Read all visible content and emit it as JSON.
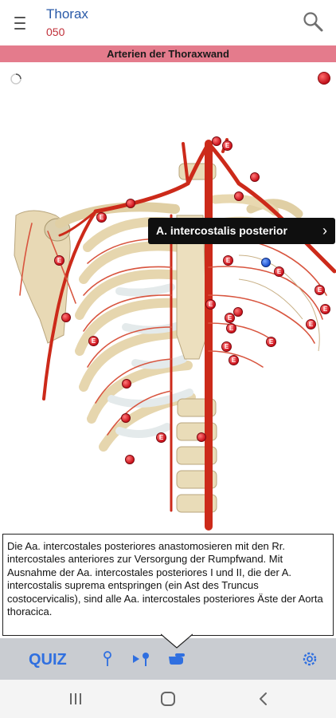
{
  "header": {
    "title": "Thorax",
    "subtitle": "050"
  },
  "banner": {
    "text": "Arterien der Thoraxwand"
  },
  "callout": {
    "label": "A. intercostalis posterior"
  },
  "description": {
    "text": "Die Aa. intercostales posteriores anastomosieren mit den Rr. intercostales anteriores zur Versorgung der Rumpfwand. Mit Ausnahme der Aa. intercostales posteriores I und II, die der A. intercostalis suprema entspringen (ein Ast des Truncus costocervicalis), sind alle Aa. intercostales posteriores Äste der Aorta thoracica."
  },
  "toolbar": {
    "quiz_label": "QUIZ"
  },
  "icons": {
    "menu": "hamburger-icon",
    "search": "search-icon",
    "spinner": "spinner-icon",
    "record": "record-icon",
    "pin": "pin-icon",
    "arrow_pin": "arrow-pin-icon",
    "hand_pointer": "hand-pointer-icon",
    "settings": "gear-icon",
    "recents": "recents-icon",
    "home": "home-icon",
    "back": "back-icon"
  },
  "colors": {
    "banner": "#e47b8c",
    "title": "#2a5aa8",
    "subtitle": "#c0303a",
    "accent": "#2f6fe0",
    "toolbar": "#c9ccd1",
    "pin_red": "#cc101a",
    "pin_blue": "#1b4fd0"
  }
}
